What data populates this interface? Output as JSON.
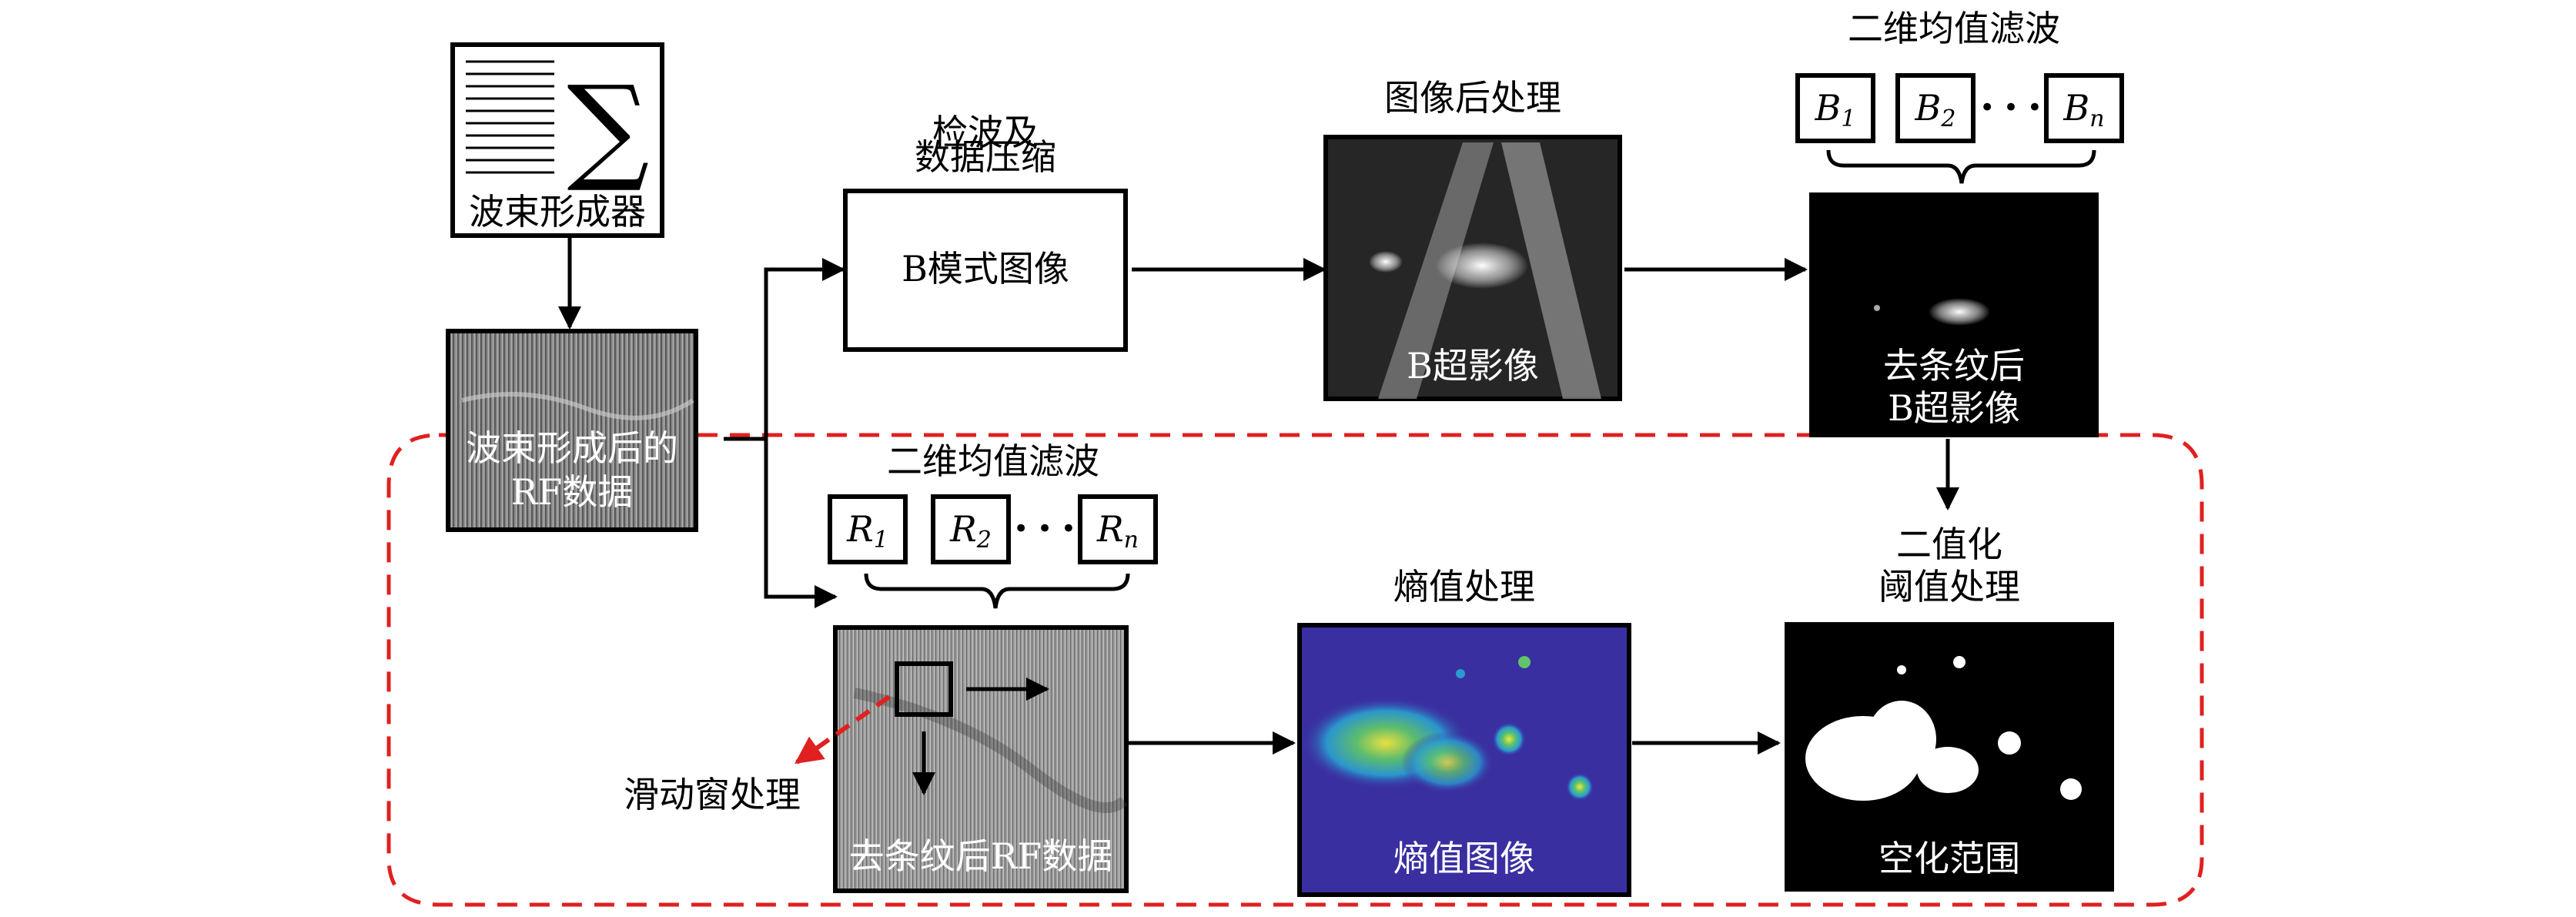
{
  "beamformer": {
    "label": "波束形成器",
    "symbol": "∑"
  },
  "rf_data": {
    "label_line1": "波束形成后的",
    "label_line2": "RF数据"
  },
  "detection": {
    "title_line1": "检波及",
    "title_line2": "数据压缩",
    "box_label": "B模式图像"
  },
  "post_process": {
    "title": "图像后处理",
    "image_label": "B超影像"
  },
  "b_filter": {
    "title": "二维均值滤波",
    "kernels": [
      {
        "letter": "B",
        "sub": "1"
      },
      {
        "letter": "B",
        "sub": "2"
      },
      {
        "letter": "B",
        "sub": "n"
      }
    ],
    "dots": "• • •"
  },
  "destriped_b": {
    "label_line1": "去条纹后",
    "label_line2": "B超影像"
  },
  "r_filter": {
    "title": "二维均值滤波",
    "kernels": [
      {
        "letter": "R",
        "sub": "1"
      },
      {
        "letter": "R",
        "sub": "2"
      },
      {
        "letter": "R",
        "sub": "n"
      }
    ],
    "dots": "• • •"
  },
  "destriped_rf": {
    "label": "去条纹后RF数据"
  },
  "sliding_window": {
    "label": "滑动窗处理"
  },
  "entropy": {
    "title": "熵值处理",
    "image_label": "熵值图像"
  },
  "threshold": {
    "title_line1": "二值化",
    "title_line2": "阈值处理",
    "image_label": "空化范围"
  },
  "colors": {
    "arrow": "#000000",
    "highlight": "#e02020",
    "entropy_bg": "#3a2fa0"
  }
}
